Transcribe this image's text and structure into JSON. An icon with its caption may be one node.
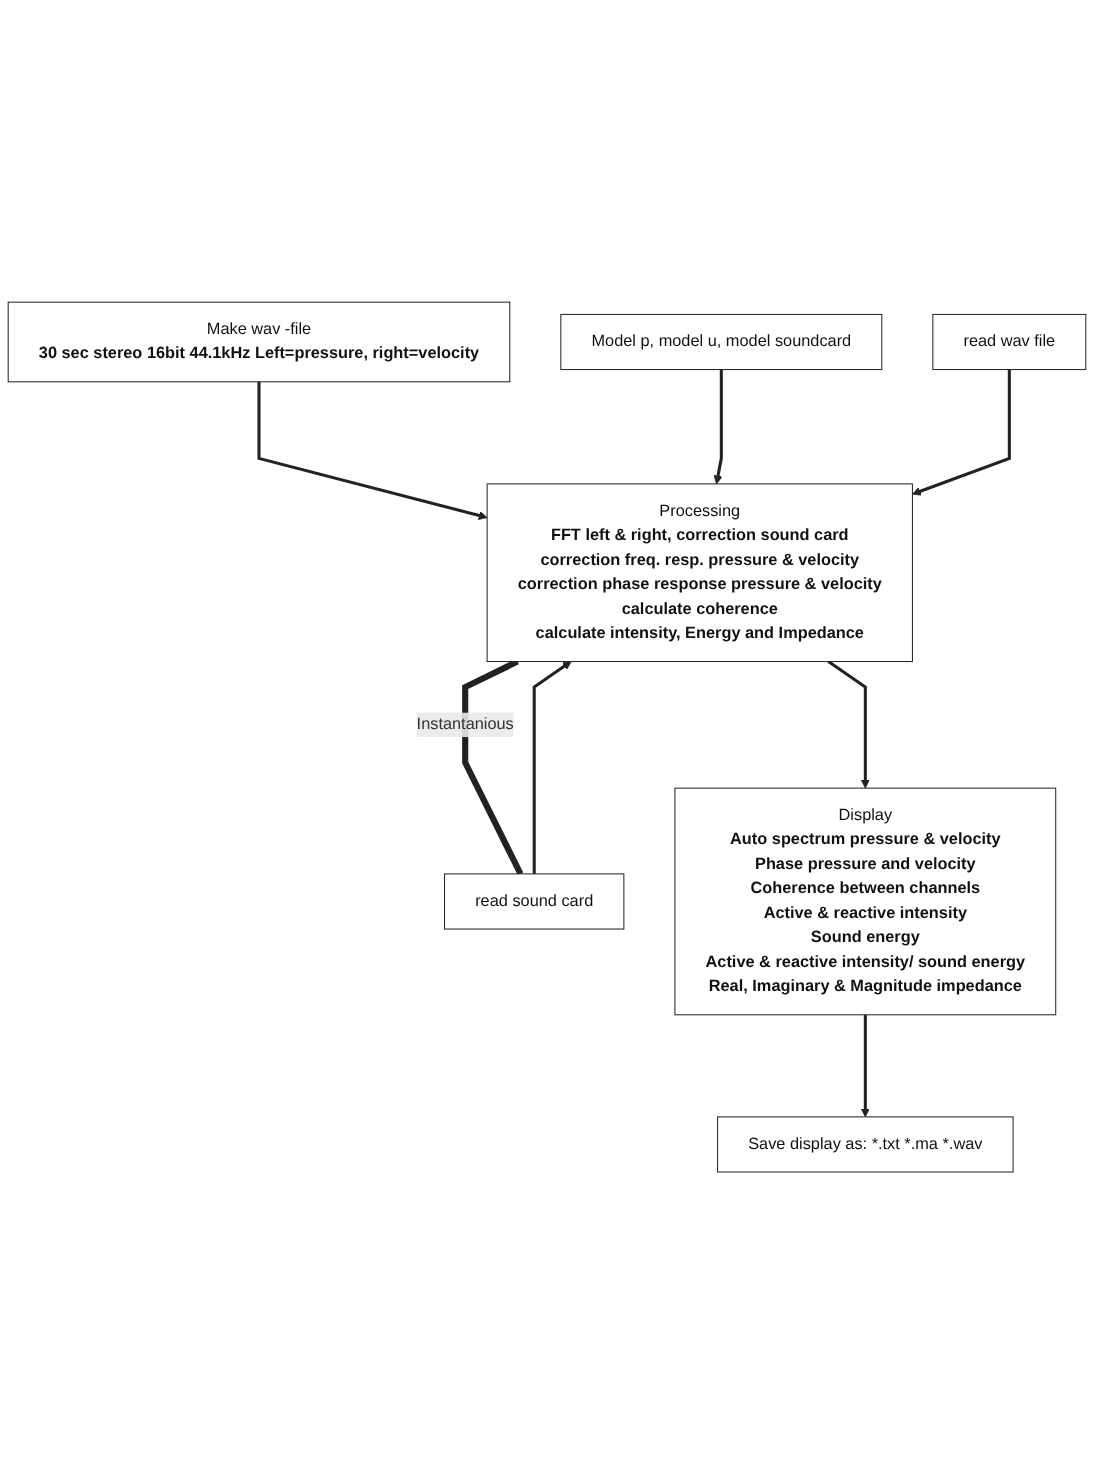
{
  "diagram": {
    "nodes": [
      {
        "text": [
          "Make wav -file",
          "30 sec stereo 16bit  44.1kHz Left=pressure, right=velocity"
        ]
      },
      {
        "text": [
          "Model p, model u, model soundcard"
        ]
      },
      {
        "text": [
          "read sound card"
        ]
      },
      {
        "text": [
          "read wav file"
        ]
      },
      {
        "text": [
          "Processing",
          "FFT left & right, correction sound card",
          "correction freq. resp.  pressure & velocity",
          "correction phase response pressure &  velocity",
          "calculate coherence",
          "calculate intensity, Energy and Impedance"
        ]
      },
      {
        "text": [
          "Display",
          "Auto spectrum pressure & velocity",
          "Phase pressure and velocity",
          "Coherence between channels",
          "Active & reactive intensity",
          "Sound energy",
          "Active & reactive intensity/ sound energy",
          "Real,  Imaginary & Magnitude impedance"
        ]
      },
      {
        "text": [
          "Save display as: *.txt *.ma *.wav"
        ]
      }
    ],
    "edges": [
      {
        "from": 2,
        "to": 4,
        "arrow": "to"
      },
      {
        "from": 0,
        "to": 4,
        "arrow": "to"
      },
      {
        "from": 1,
        "to": 4,
        "arrow": "to"
      },
      {
        "from": 3,
        "to": 4,
        "arrow": "to"
      },
      {
        "from": 4,
        "to": 5,
        "arrow": "to"
      },
      {
        "from": 5,
        "to": 6,
        "arrow": "to"
      },
      {
        "from": 4,
        "to": 2,
        "arrow": "none",
        "style": "thick",
        "label": "Instantanious"
      }
    ]
  }
}
